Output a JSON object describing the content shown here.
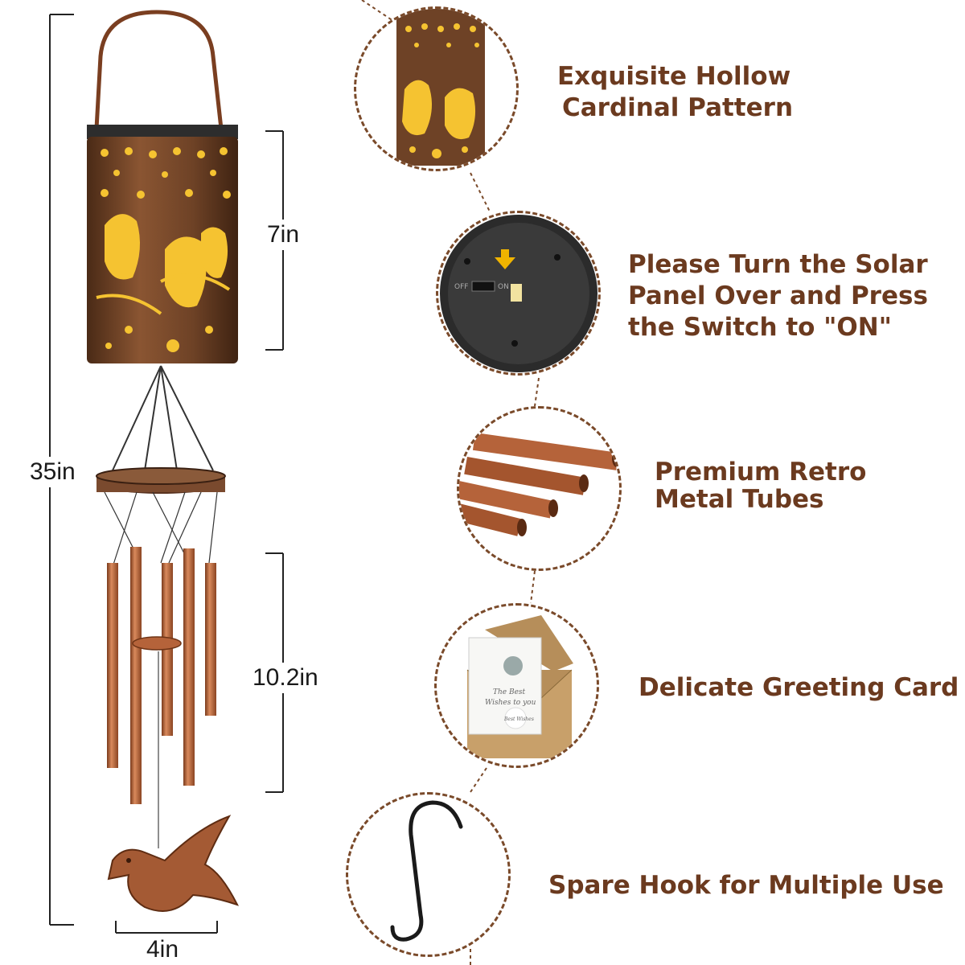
{
  "dimensions": {
    "total_height": "35in",
    "lantern_height": "7in",
    "tube_length": "10.2in",
    "width": "4in"
  },
  "features": [
    {
      "title_line1": "Exquisite Hollow",
      "title_line2": "Cardinal Pattern",
      "icon": "cardinal-lantern-closeup"
    },
    {
      "title_line1": "Please Turn the Solar",
      "title_line2": "Panel Over and Press",
      "title_line3": "the Switch to \"ON\"",
      "icon": "solar-panel-switch"
    },
    {
      "title_line1": "Premium Retro",
      "title_line2": "Metal Tubes",
      "icon": "copper-tubes"
    },
    {
      "title_line1": "Delicate Greeting Card",
      "icon": "greeting-card-envelope"
    },
    {
      "title_line1": "Spare Hook for Multiple Use",
      "icon": "s-hook"
    }
  ],
  "switch_labels": {
    "off": "OFF",
    "on": "ON"
  },
  "card_text": {
    "line1": "The Best",
    "line2": "Wishes to you",
    "seal": "Best Wishes"
  },
  "colors": {
    "text_brown": "#6b3a1f",
    "copper": "#b5633a",
    "bark": "#6e4226",
    "glow": "#f5c331"
  }
}
